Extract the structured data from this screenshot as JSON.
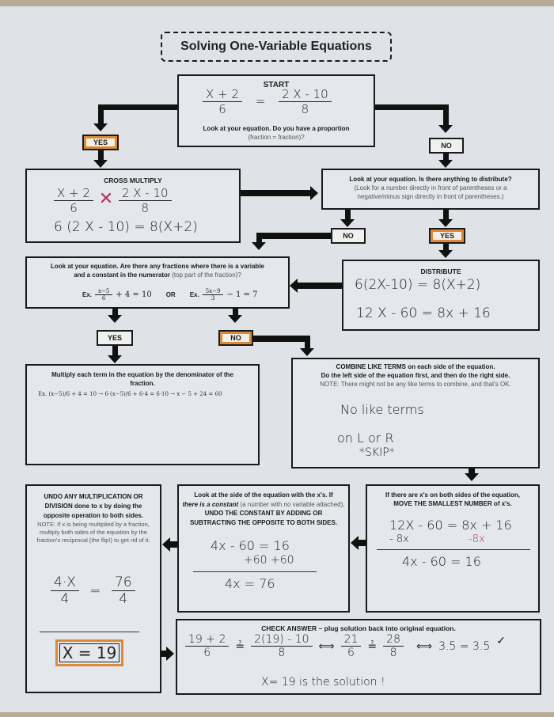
{
  "title": "Solving One-Variable Equations",
  "start": {
    "heading": "START",
    "eq_left_num": "X + 2",
    "eq_left_den": "6",
    "eq_equals": "=",
    "eq_right_num": "2 X - 10",
    "eq_right_den": "8",
    "question": "Look at your equation.  Do you have a proportion",
    "question_sub": "(fraction = fraction)?"
  },
  "labels": {
    "yes1": "YES",
    "no1": "NO",
    "no2": "NO",
    "yes2": "YES",
    "yes3": "YES",
    "no3": "NO"
  },
  "cross_multiply": {
    "heading": "CROSS MULTIPLY",
    "frac1_num": "X + 2",
    "frac1_den": "6",
    "frac2_num": "2 X - 10",
    "frac2_den": "8",
    "line2": "6 (2 X - 10) = 8(X+2)"
  },
  "distribute_q": {
    "heading": "Look at your equation.  Is there anything to distribute?",
    "line1": "(Look for a number directly in front of parentheses or a",
    "line2": "negative/minus sign directly in front of parentheses.)"
  },
  "fractions_q": {
    "heading_a": "Look at your equation.  Are there any fractions where there is a variable",
    "heading_b": "and a constant in the numerator",
    "heading_c": " (top part of the fraction)?",
    "ex1_label": "Ex.",
    "ex1_num": "x−5",
    "ex1_den": "6",
    "ex1_rest": "+ 4 = 10",
    "or": "OR",
    "ex2_label": "Ex.",
    "ex2_num": "5x−9",
    "ex2_den": "3",
    "ex2_rest": "− 1 = 7"
  },
  "distribute": {
    "heading": "DISTRIBUTE",
    "line1": "6(2X-10) = 8(X+2)",
    "line2": "12 X - 60 = 8x + 16"
  },
  "multiply_denominator": {
    "heading_a": "Multiply each term in the equation by the denominator of the",
    "heading_b": "fraction.",
    "example": "Ex.  (x−5)/6 + 4 = 10 → 6·(x−5)/6 + 6·4 = 6·10 → x − 5 + 24 = 60"
  },
  "combine": {
    "heading_a": "COMBINE LIKE TERMS on each side of the equation.",
    "heading_b": "Do the left side of the equation first, and then do the right side.",
    "note": "NOTE: There might not be any like terms to combine, and that's OK.",
    "hand1": "No  like  terms",
    "hand2": "on  L  or   R",
    "hand3": "*SKIP*"
  },
  "undo_mult": {
    "heading_a": "UNDO ANY MULTIPLICATION OR",
    "heading_b": "DIVISION done to x by doing the",
    "heading_c": "opposite operation to both sides.",
    "note": "NOTE: If x is being multiplied by a fraction, multiply both sides of the equation by the fraction's reciprocal (the flip!) to get rid of it.",
    "hand_left_num": "4·X",
    "hand_left_den": "4",
    "hand_eq": "=",
    "hand_right_num": "76",
    "hand_right_den": "4",
    "answer": "X = 19"
  },
  "undo_constant": {
    "heading_a": "Look at the side of the equation with the x's.  If",
    "heading_b": "there is a constant",
    "heading_c": " (a number with no variable attached), ",
    "heading_d": "UNDO THE CONSTANT BY ADDING OR SUBTRACTING THE OPPOSITE TO BOTH SIDES.",
    "hand1": "4x - 60 = 16",
    "hand2": "+60    +60",
    "hand3": "4x  = 76"
  },
  "move_x": {
    "heading_a": "If there are x's on both sides of the equation,",
    "heading_b": "MOVE THE SMALLEST NUMBER of x's.",
    "hand1": "12X - 60 = 8x + 16",
    "hand2a": "- 8x",
    "hand2b": "-8x",
    "hand3": "4x - 60 = 16"
  },
  "check": {
    "heading": "CHECK ANSWER – plug solution back into original equation.",
    "f1_num": "19 + 2",
    "f1_den": "6",
    "q_eq": "≟",
    "f2_num": "2(19) - 10",
    "f2_den": "8",
    "iff": "⟺",
    "f3_num": "21",
    "f3_den": "6",
    "f4_num": "28",
    "f4_den": "8",
    "result": "3.5 = 3.5",
    "check_mark": "✓",
    "conclusion": "X= 19  is  the  solution !"
  }
}
